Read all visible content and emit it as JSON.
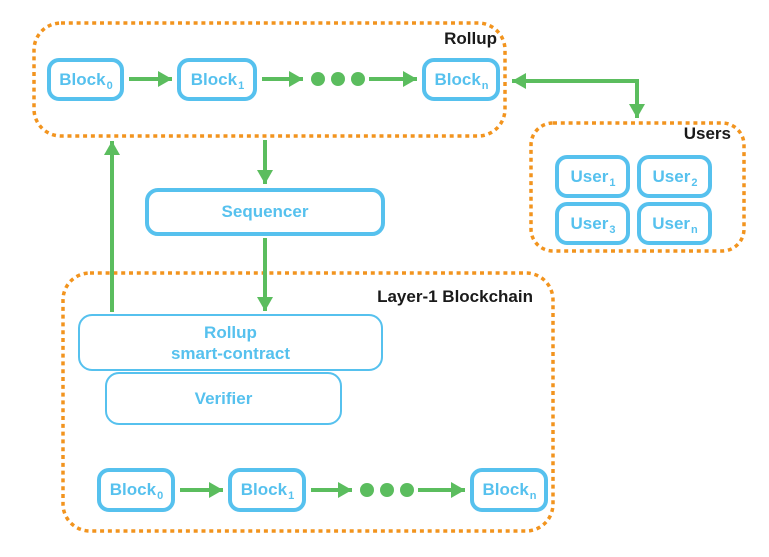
{
  "colors": {
    "blue": "#56c1ee",
    "green": "#5bbd5e",
    "orange": "#f2941e",
    "ink": "#1a1a1a"
  },
  "rollup": {
    "label": "Rollup",
    "blocks": [
      {
        "label": "Block",
        "sub": "0"
      },
      {
        "label": "Block",
        "sub": "1"
      },
      {
        "label": "Block",
        "sub": "n"
      }
    ]
  },
  "users": {
    "label": "Users",
    "members": [
      {
        "label": "User",
        "sub": "1"
      },
      {
        "label": "User",
        "sub": "2"
      },
      {
        "label": "User",
        "sub": "3"
      },
      {
        "label": "User",
        "sub": "n"
      }
    ]
  },
  "sequencer": {
    "label": "Sequencer"
  },
  "layer1": {
    "label": "Layer-1 Blockchain",
    "smart_contract": {
      "line1": "Rollup",
      "line2": "smart-contract"
    },
    "verifier": {
      "label": "Verifier"
    },
    "blocks": [
      {
        "label": "Block",
        "sub": "0"
      },
      {
        "label": "Block",
        "sub": "1"
      },
      {
        "label": "Block",
        "sub": "n"
      }
    ]
  },
  "connections": [
    {
      "from": "rollup-block-0",
      "to": "rollup-block-1"
    },
    {
      "from": "rollup-block-1",
      "to": "rollup-ellipsis"
    },
    {
      "from": "rollup-ellipsis",
      "to": "rollup-block-n"
    },
    {
      "from": "rollup-container",
      "to": "users-container",
      "style": "bidirectional"
    },
    {
      "from": "rollup-container",
      "to": "sequencer"
    },
    {
      "from": "sequencer",
      "to": "rollup-smart-contract"
    },
    {
      "from": "rollup-smart-contract",
      "to": "rollup-container"
    },
    {
      "from": "layer1-block-0",
      "to": "layer1-block-1"
    },
    {
      "from": "layer1-block-1",
      "to": "layer1-ellipsis"
    },
    {
      "from": "layer1-ellipsis",
      "to": "layer1-block-n"
    }
  ]
}
